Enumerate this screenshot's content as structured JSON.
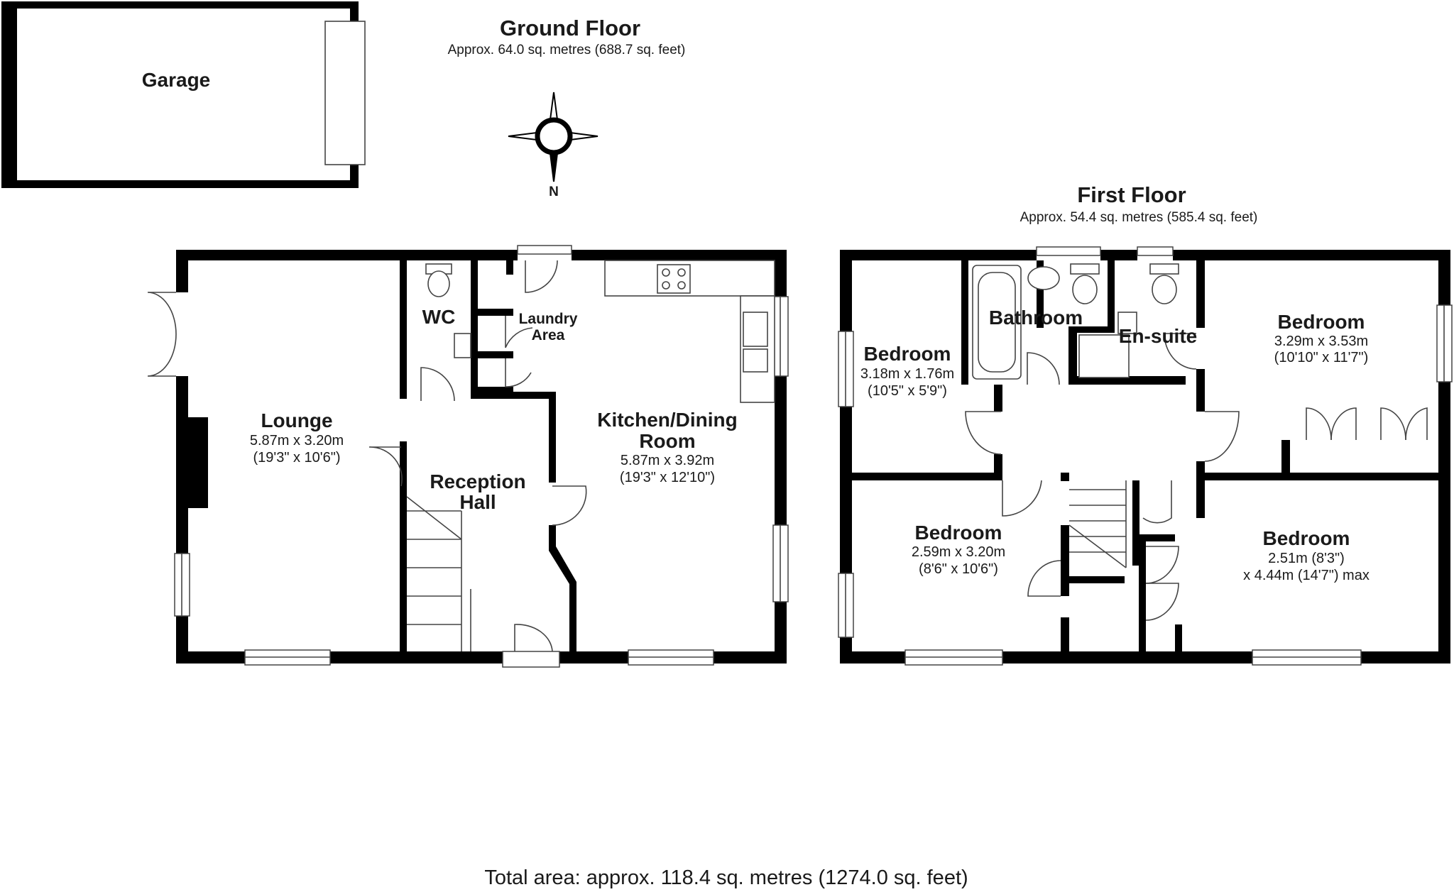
{
  "ground_floor": {
    "title": "Ground Floor",
    "area": "Approx. 64.0 sq. metres (688.7 sq. feet)",
    "rooms": {
      "garage": {
        "name": "Garage"
      },
      "lounge": {
        "name": "Lounge",
        "dim_metric": "5.87m x 3.20m",
        "dim_imperial": "(19'3\" x 10'6\")"
      },
      "wc": {
        "name": "WC"
      },
      "laundry": {
        "name_line1": "Laundry",
        "name_line2": "Area"
      },
      "hall": {
        "name_line1": "Reception",
        "name_line2": "Hall"
      },
      "kitchen": {
        "name_line1": "Kitchen/Dining",
        "name_line2": "Room",
        "dim_metric": "5.87m x 3.92m",
        "dim_imperial": "(19'3\" x 12'10\")"
      }
    }
  },
  "first_floor": {
    "title": "First Floor",
    "area": "Approx. 54.4 sq. metres (585.4 sq. feet)",
    "rooms": {
      "bathroom": {
        "name": "Bathroom"
      },
      "ensuite": {
        "name": "En-suite"
      },
      "bedroom_small": {
        "name": "Bedroom",
        "dim_metric": "3.18m x 1.76m",
        "dim_imperial": "(10'5\" x 5'9\")"
      },
      "bedroom_main": {
        "name": "Bedroom",
        "dim_metric": "3.29m x 3.53m",
        "dim_imperial": "(10'10\" x 11'7\")"
      },
      "bedroom_lower_left": {
        "name": "Bedroom",
        "dim_metric": "2.59m x 3.20m",
        "dim_imperial": "(8'6\" x 10'6\")"
      },
      "bedroom_lower_right": {
        "name": "Bedroom",
        "dim_metric": "2.51m (8'3\")",
        "dim_extra": "x 4.44m (14'7\") max"
      }
    }
  },
  "compass": {
    "label": "N"
  },
  "total_area": "Total area: approx. 118.4 sq. metres (1274.0 sq. feet)"
}
